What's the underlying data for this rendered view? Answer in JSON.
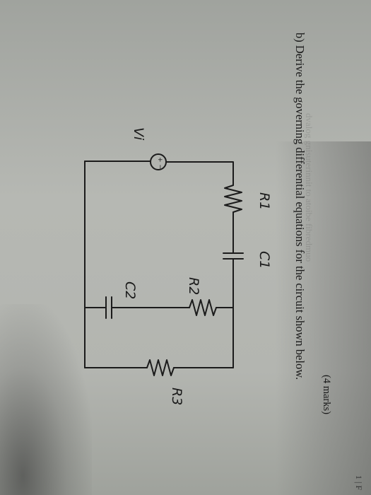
{
  "question": {
    "text": "b) Derive the governing differential equations for the circuit shown below."
  },
  "marks": "(4 marks)",
  "page_number": "1 | F",
  "ghost_text": "dvalog gnisuterinnit to atoibe fibredmuo",
  "circuit": {
    "source_label": "Vi",
    "source_symbol": "+ −",
    "labels": {
      "r1": "R1",
      "c1": "C1",
      "r2": "R2",
      "c2": "C2",
      "r3": "R3"
    }
  }
}
